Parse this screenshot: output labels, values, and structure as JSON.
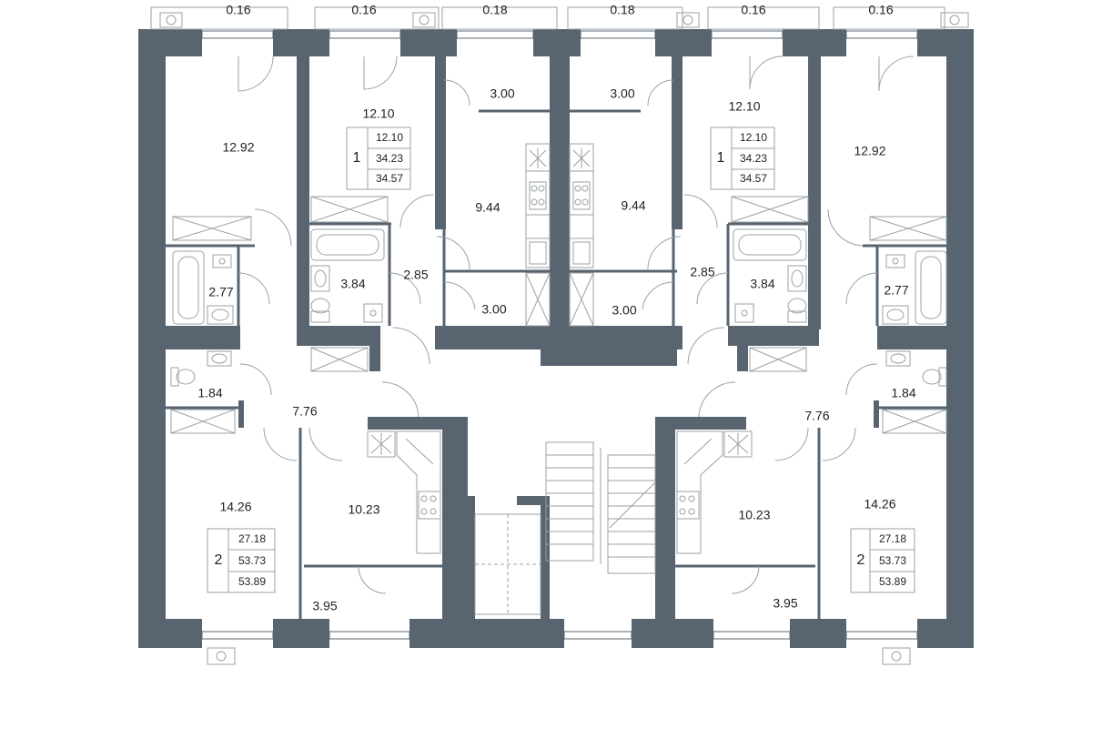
{
  "balconies": {
    "b1": "0.16",
    "b2": "0.16",
    "b3": "0.18",
    "b4": "0.18",
    "b5": "0.16",
    "b6": "0.16"
  },
  "rooms": {
    "tl_room": "12.92",
    "tl2_room": "12.10",
    "kitchen_l": "9.44",
    "kitchen_r": "9.44",
    "tr2_room": "12.10",
    "tr_room": "12.92",
    "closet_tl": "3.00",
    "closet_tr": "3.00",
    "bath_l_big": "3.84",
    "hall_l_small": "2.85",
    "hall_r_small": "2.85",
    "bath_r_big": "3.84",
    "bath_l": "2.77",
    "bath_r": "2.77",
    "closet_bl": "3.00",
    "closet_br": "3.00",
    "wc_l": "1.84",
    "wc_r": "1.84",
    "hall_l": "7.76",
    "hall_r": "7.76",
    "bed_bl": "14.26",
    "bed_br": "14.26",
    "kitchen_bl": "10.23",
    "kitchen_br": "10.23",
    "bal_bl": "3.95",
    "bal_br": "3.95"
  },
  "apartments": [
    {
      "number": "1",
      "living": "12.10",
      "total": "34.23",
      "total_bal": "34.57"
    },
    {
      "number": "1",
      "living": "12.10",
      "total": "34.23",
      "total_bal": "34.57"
    },
    {
      "number": "2",
      "living": "27.18",
      "total": "53.73",
      "total_bal": "53.89"
    },
    {
      "number": "2",
      "living": "27.18",
      "total": "53.73",
      "total_bal": "53.89"
    }
  ],
  "colors": {
    "wall": "#586570",
    "fixture": "#9aa1a6"
  }
}
